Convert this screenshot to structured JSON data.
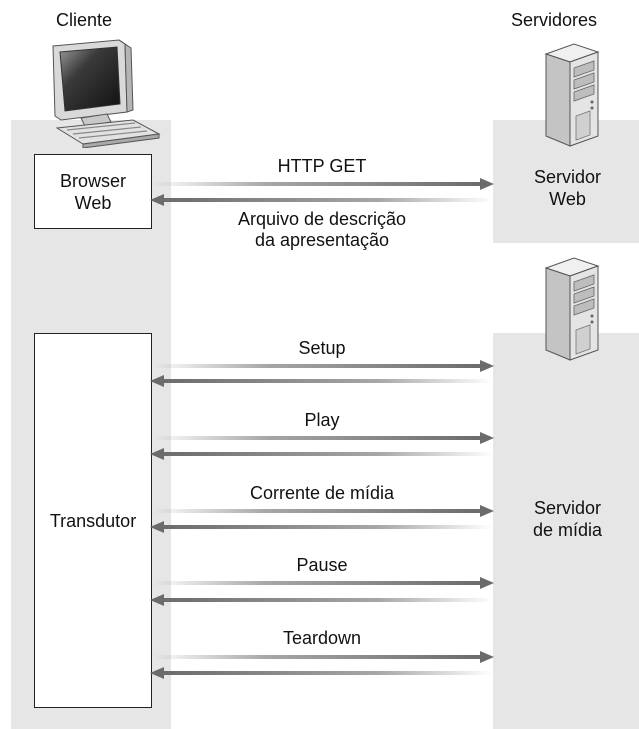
{
  "header": {
    "client_label": "Cliente",
    "servers_label": "Servidores"
  },
  "client": {
    "browser_line1": "Browser",
    "browser_line2": "Web",
    "player_label": "Transdutor"
  },
  "web_server": {
    "line1": "Servidor",
    "line2": "Web"
  },
  "media_server": {
    "line1": "Servidor",
    "line2": "de mídia"
  },
  "messages": {
    "http_get": "HTTP GET",
    "description_line1": "Arquivo de descrição",
    "description_line2": "da apresentação",
    "setup": "Setup",
    "play": "Play",
    "media_stream": "Corrente de mídia",
    "pause": "Pause",
    "teardown": "Teardown"
  },
  "colors": {
    "panel": "#e6e6e7",
    "arrow": "#6b6b6b"
  }
}
